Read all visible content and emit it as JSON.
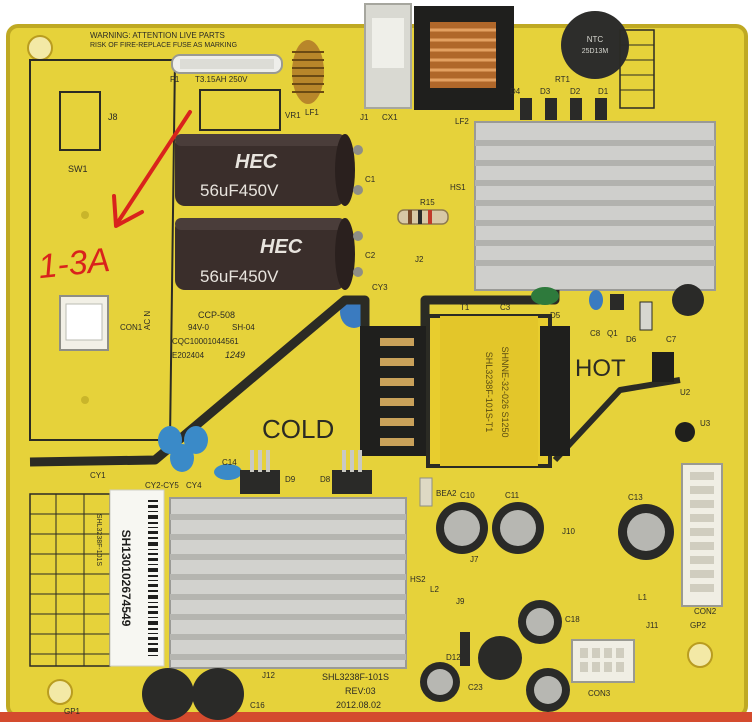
{
  "board": {
    "warning_line1": "WARNING: ATTENTION LIVE PARTS",
    "warning_line2": "RISK OF FIRE-REPLACE FUSE AS MARKING",
    "fuse_rating": "T3.15AH 250V",
    "model_label": "SHL3238F-101S",
    "rev_label": "REV:03",
    "date_label": "2012.08.02",
    "ccp_label": "CCP-508",
    "ul_label": "94V-0",
    "sh_label": "SH-04",
    "serial_small": "CQC10001044561",
    "e_code": "E202404",
    "date_code": "1249",
    "side_cold": "COLD",
    "side_hot": "HOT",
    "sticker_barcode_text": "SH130102674549",
    "sticker_model_text": "SHL3238F-101S",
    "transformer_text1": "SHL3238F-101S-T1",
    "transformer_text2": "SHNNE-32-026 S1250"
  },
  "caps": {
    "brand": "HEC",
    "value1": "56uF450V",
    "value2": "56uF450V"
  },
  "annotation": {
    "handwritten_text": "1-3A",
    "arrow_color": "#d9231c"
  },
  "refs": {
    "j8": "J8",
    "sw1": "SW1",
    "f1": "F1",
    "vr1": "VR1",
    "lf1": "LF1",
    "j1": "J1",
    "cx1": "CX1",
    "lf2": "LF2",
    "rt1": "RT1",
    "hs1": "HS1",
    "r15": "R15",
    "j2": "J2",
    "c1": "C1",
    "c2": "C2",
    "cy3": "CY3",
    "t1": "T1",
    "c3": "C3",
    "d5": "D5",
    "c8": "C8",
    "q1": "Q1",
    "d6": "D6",
    "c7": "C7",
    "u2": "U2",
    "u3": "U3",
    "con1": "CON1",
    "acn": "AC N",
    "cy1": "CY1",
    "cy2": "CY2-CY5",
    "cy4": "CY4",
    "c14": "C14",
    "d9": "D9",
    "d8": "D8",
    "bea2": "BEA2",
    "c10": "C10",
    "c11": "C11",
    "j7": "J7",
    "j10": "J10",
    "c13": "C13",
    "l1": "L1",
    "hs2": "HS2",
    "l2": "L2",
    "j9": "J9",
    "c18": "C18",
    "j11": "J11",
    "gp2": "GP2",
    "d12": "D12",
    "c23": "C23",
    "con3": "CON3",
    "con2": "CON2",
    "c16": "C16",
    "gp1": "GP1",
    "j12": "J12",
    "d1": "D1",
    "d2": "D2",
    "d3": "D3",
    "d4": "D4",
    "ntc": "NTC",
    "ntc_part": "25D13M"
  },
  "colors": {
    "pcb": "#e6d23a",
    "pcb_dark": "#c9b52a",
    "trace": "#2b2b24",
    "heatsink": "#c9c9c6",
    "cap_body": "#3a2e2b",
    "annotation": "#d9231c"
  }
}
